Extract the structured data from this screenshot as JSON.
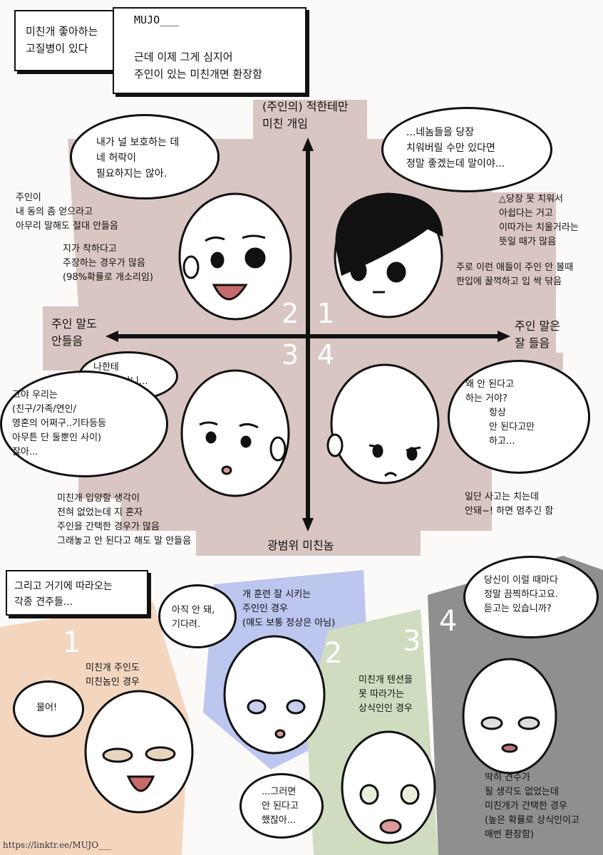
{
  "header": {
    "title_box": "미친개 좋아하는\n고질병이 있다",
    "author": "MUJO___",
    "subtitle": "근데 이제 그게 심지어\n주인이 있는 미친개면 환장함"
  },
  "axes": {
    "top": "(주인의) 적한테만\n미친 개임",
    "bottom": "광범위 미친놈",
    "left": "주인 말도\n안들음",
    "right": "주인 말은\n잘 들음",
    "quadrant_numbers": [
      "2",
      "1",
      "3",
      "4"
    ]
  },
  "quadrant_2": {
    "bubble": "내가 널 보호하는 데\n네 허락이\n필요하지는 않아.",
    "note_1": "주인이\n내 동의 좀 얻으라고\n아무리 말해도 절대 안들음",
    "note_2": "지가 착하다고\n주장하는 경우가 많음\n(98%확률로 개소리임)"
  },
  "quadrant_1": {
    "bubble": "...네놈들을 당장\n치워버릴 수만 있다면\n정말 좋겠는데 말이야...",
    "note_1": "△당장 못 치워서\n아쉽다는 거고\n이따가는 치울거라는\n뜻일 때가 많음",
    "note_2": "주로 이런 애들이 주인 안 볼때\n한입에 꿀꺽하고 입 싹 닦음"
  },
  "quadrant_3": {
    "bubble_small": "나한테\n왜 이러냐니...",
    "bubble_large": "그야 우리는\n(친구/가족/연인/\n영혼의 어쩌구..기타등등\n아무튼 단 둘뿐인 사이)\n잖아...",
    "note": "미친개 입양할 생각이\n전혀 없었는데 지 혼자\n주인을 간택한 경우가 많음\n그래놓고 안 된다고 해도 말 안들음"
  },
  "quadrant_4": {
    "bubble": "왜 안 된다고\n하는 거야?\n        항상\n        안 된다고만\n        하고...",
    "note": "일단 사고는 치는데\n안돼~! 하면 멈추긴 함"
  },
  "section2": {
    "title": "그리고 거기에 따라오는\n각종 견주들...",
    "owners": [
      {
        "number": "1",
        "label": "미친개 주인도\n미친놈인 경우",
        "bubble": "물어!"
      },
      {
        "number": "2",
        "label": "개 훈련 잘 시키는\n주인인 경우\n(얘도 보통 정상은 아님)",
        "bubble": "아직 안 돼,\n기다려."
      },
      {
        "number": "3",
        "label": "미친개 텐션을\n못 따라가는\n상식인인 경우",
        "bubble": "...그러면\n안 된다고\n했잖아..."
      },
      {
        "number": "4",
        "label": "딱히 견주가\n될 생각도 없었는데\n미친개가 간택한 경우\n(높은 확률로 상식인이고\n매번 환장함)",
        "bubble": "당신이 이럴 때마다\n정말 끔찍하다고요.\n듣고는 있습니까?"
      }
    ]
  },
  "footer": {
    "link": "https://linktr.ee/MUJO___"
  },
  "colors": {
    "quadrant_bg": "#d9c6c3",
    "owner1_bg": "#f4d6bf",
    "owner2_bg": "#bcc6ee",
    "owner3_bg": "#cfdcc0",
    "owner4_bg": "#8f8f8f"
  }
}
